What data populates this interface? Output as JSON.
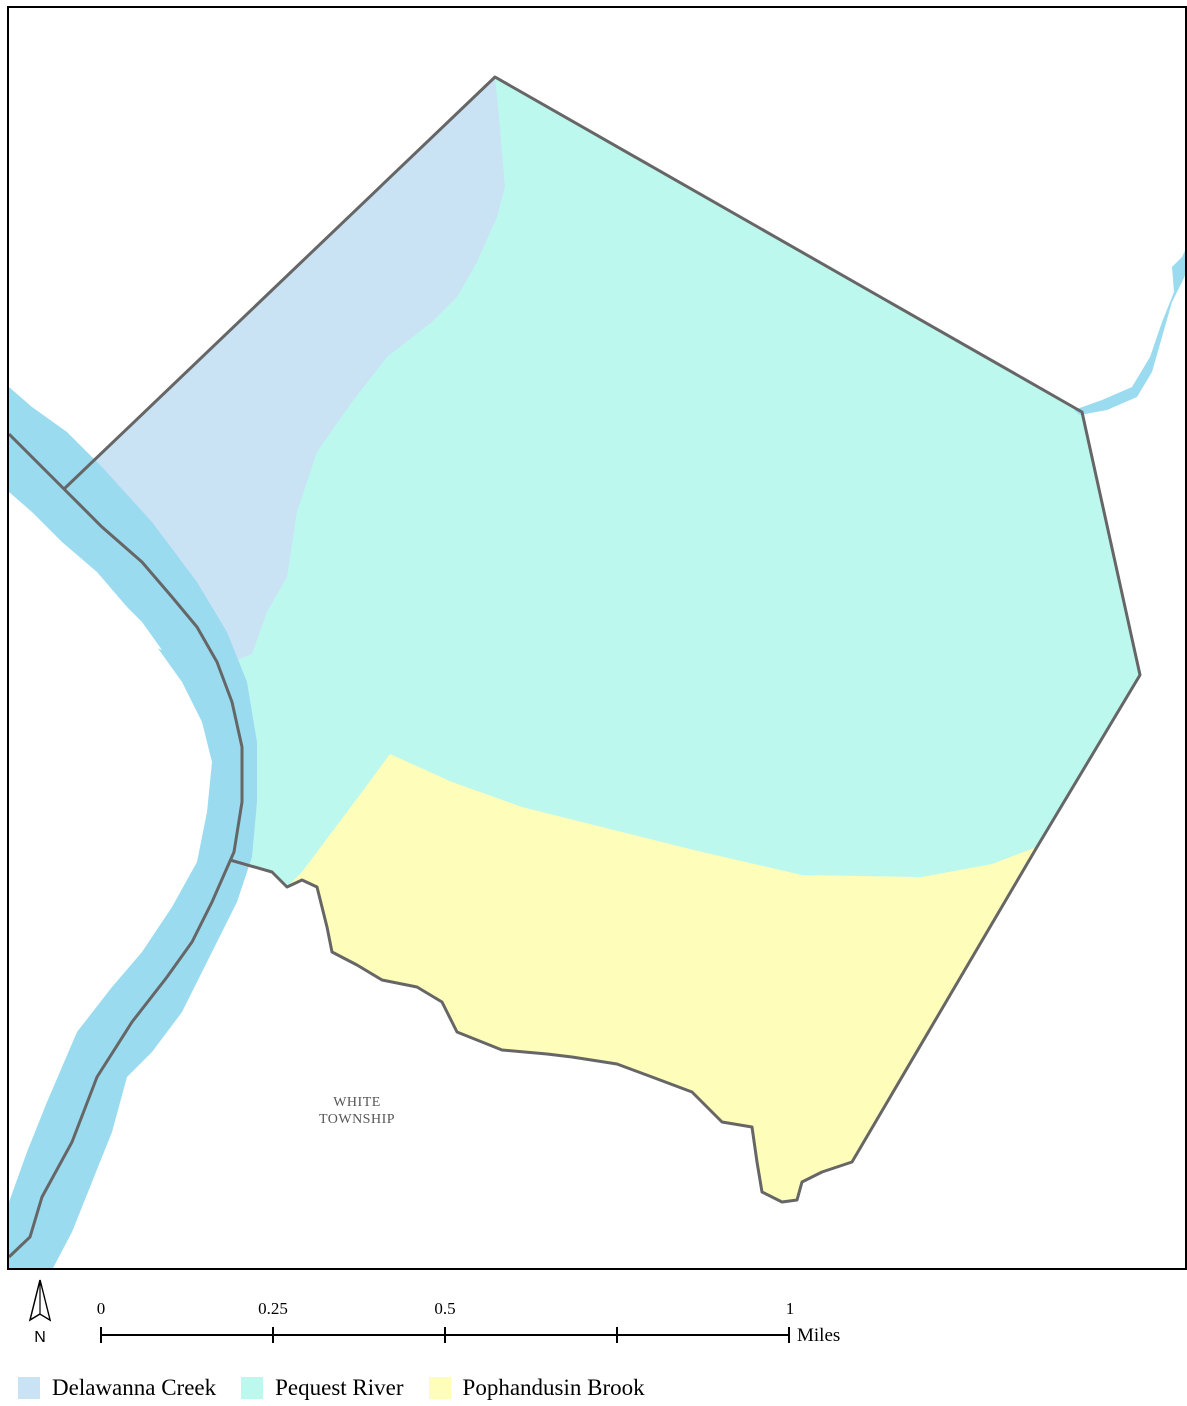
{
  "map": {
    "place_label_line1": "WHITE",
    "place_label_line2": "TOWNSHIP"
  },
  "north_arrow": {
    "label": "N"
  },
  "scale_bar": {
    "ticks": [
      "0",
      "0.25",
      "0.5",
      "1"
    ],
    "units": "Miles"
  },
  "legend": {
    "items": [
      {
        "label": "Delawanna Creek",
        "color": "#c9e3f4"
      },
      {
        "label": "Pequest River",
        "color": "#bdf8ef"
      },
      {
        "label": "Pophandusin Brook",
        "color": "#fefdb9"
      }
    ]
  },
  "colors": {
    "river": "#9adbf0",
    "boundary": "#666666"
  }
}
